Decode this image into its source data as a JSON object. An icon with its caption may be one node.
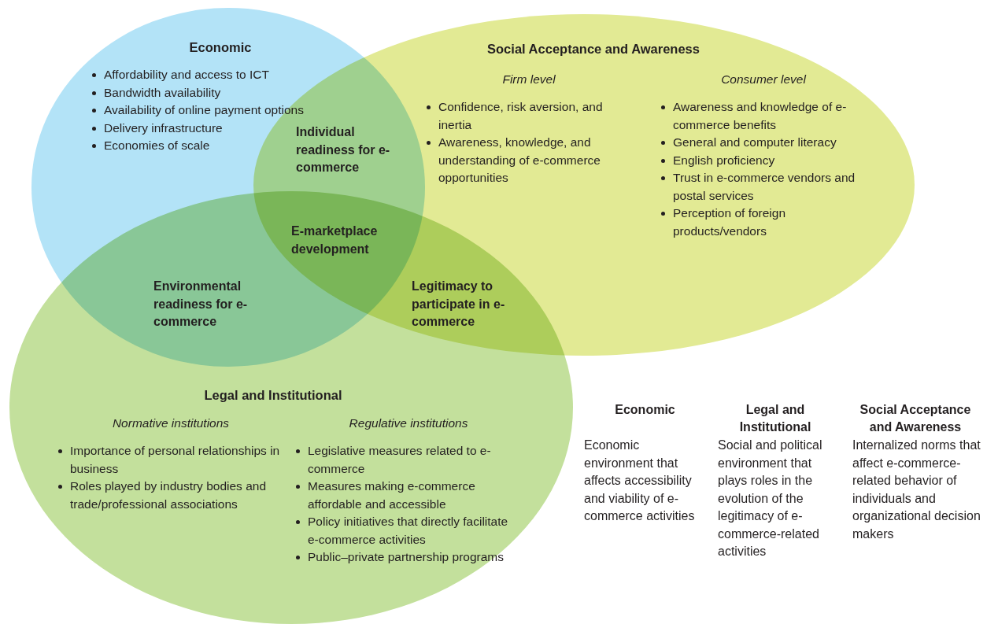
{
  "diagram": {
    "nodes": [
      {
        "text": [
          "Economic",
          "Affordability and access to ICT",
          "Bandwidth availability",
          "Availability of online payment options",
          "Delivery infrastructure",
          "Economies of scale"
        ]
      },
      {
        "text": [
          "Social Acceptance and Awareness",
          "Firm level",
          "Confidence, risk aversion, and inertia",
          "Awareness, knowledge, and understanding of e-commerce opportunities",
          "Consumer level",
          "Awareness and knowledge of e-commerce benefits",
          "General and computer literacy",
          "English proficiency",
          "Trust in e-commerce vendors and postal services",
          "Perception of foreign products/vendors"
        ]
      },
      {
        "text": [
          "Legal and Institutional",
          "Normative institutions",
          "Importance of personal relationships in business",
          "Roles played by industry bodies and trade/professional associations",
          "Regulative institutions",
          "Legislative measures related to e-commerce",
          "Measures making e-commerce affordable and accessible",
          "Policy initiatives that directly facilitate e-commerce activities",
          "Public–private partnership programs"
        ]
      }
    ],
    "labels": [
      "Individual readiness for e-commerce",
      "E-marketplace development",
      "Environmental readiness for e-commerce",
      "Legitimacy to participate in e-commerce",
      "Economic",
      "Legal and Institutional",
      "Social Acceptance and Awareness",
      "Economic environment that affects accessibility and viability of e-commerce activities",
      "Social and political environment that plays roles in the evolution of the legitimacy of e-commerce-related activities",
      "Internalized norms that affect e-commerce-related behavior of individuals and organizational decision makers"
    ]
  }
}
